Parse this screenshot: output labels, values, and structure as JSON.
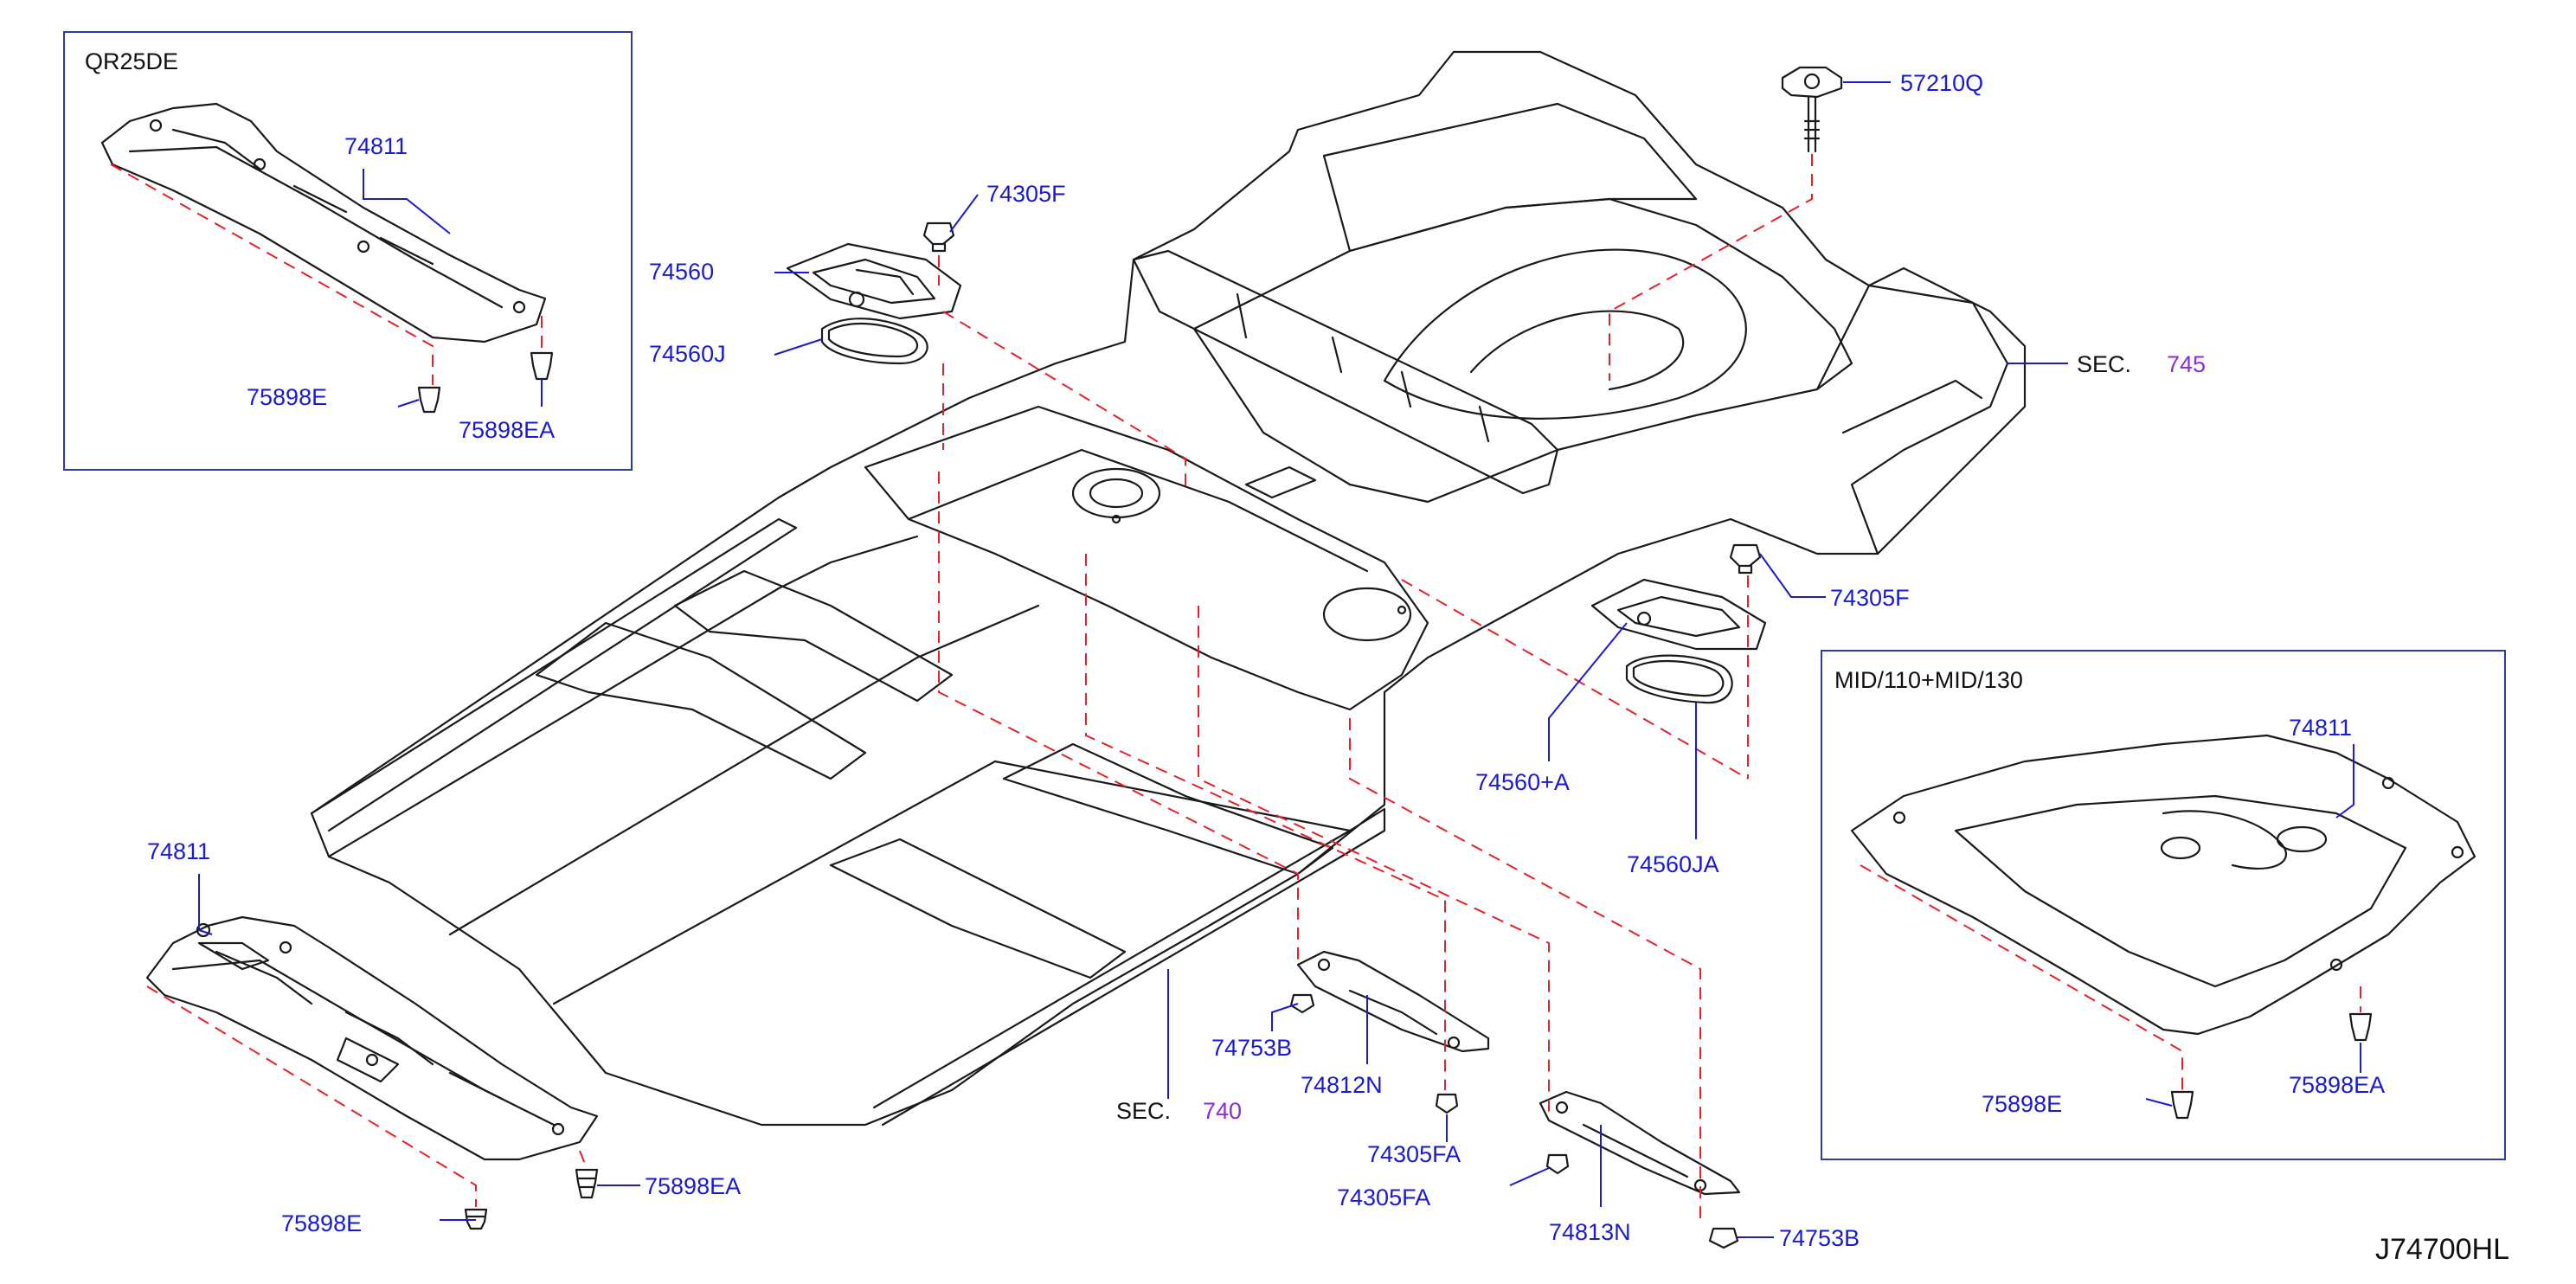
{
  "diagram_code": "J74700HL",
  "inset_left": {
    "title": "QR25DE",
    "parts": [
      "74811",
      "75898E",
      "75898EA"
    ]
  },
  "inset_right": {
    "title": "MID/110+MID/130",
    "parts": [
      "74811",
      "75898E",
      "75898EA"
    ]
  },
  "sections": [
    {
      "prefix": "SEC.",
      "number": "745"
    },
    {
      "prefix": "SEC.",
      "number": "740"
    }
  ],
  "labels": {
    "p57210q": "57210Q",
    "p74305f_top": "74305F",
    "p74560": "74560",
    "p74560j": "74560J",
    "p74305f_right": "74305F",
    "p74560a": "74560+A",
    "p74560ja": "74560JA",
    "p74811_main": "74811",
    "p75898e_main": "75898E",
    "p75898ea_main": "75898EA",
    "p74753b_1": "74753B",
    "p74812n": "74812N",
    "p74305fa_1": "74305FA",
    "p74305fa_2": "74305FA",
    "p74813n": "74813N",
    "p74753b_2": "74753B"
  }
}
